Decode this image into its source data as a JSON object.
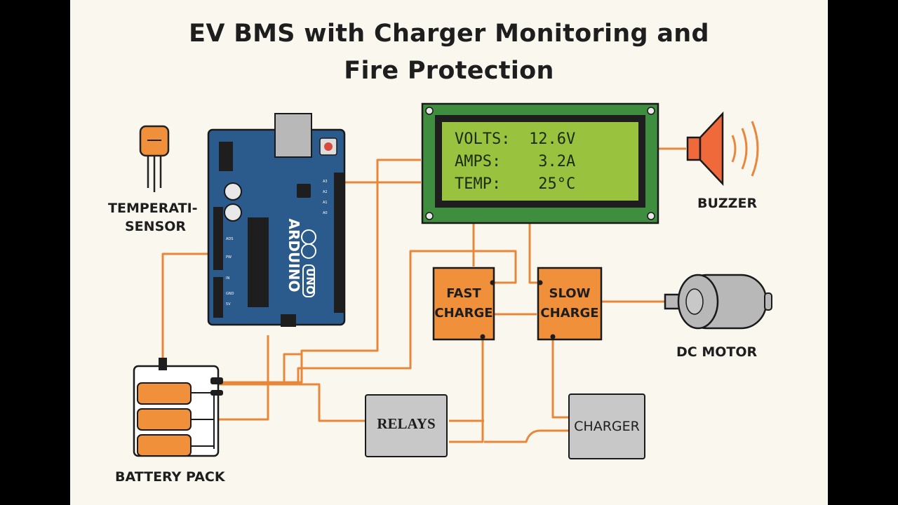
{
  "title": {
    "line1": "EV BMS with Charger Monitoring and",
    "line2": "Fire Protection"
  },
  "lcd": {
    "lines": [
      "VOLTS:  12.6V",
      "AMPS:    3.2A",
      "TEMP:    25°C"
    ]
  },
  "labels": {
    "temperature_sensor_line1": "TEMPERATI-",
    "temperature_sensor_line2": "SENSOR",
    "buzzer": "BUZZER",
    "dc_motor": "DC MOTOR",
    "battery_pack": "BATTERY PACK"
  },
  "boxes": {
    "fast_charge_line1": "FAST",
    "fast_charge_line2": "CHARGE",
    "slow_charge_line1": "SLOW",
    "slow_charge_line2": "CHARGE",
    "relays": "RELAYS",
    "charger": "CHARGER"
  },
  "arduino": {
    "brand": "ARDUINO",
    "model": "UNO"
  },
  "colors": {
    "wire": "#e8873a",
    "relay_box": "#f0903a",
    "board": "#2b5a8c",
    "lcd_frame": "#3f8e3f",
    "lcd_screen": "#99c33e",
    "grey_box": "#c8c8c8"
  }
}
